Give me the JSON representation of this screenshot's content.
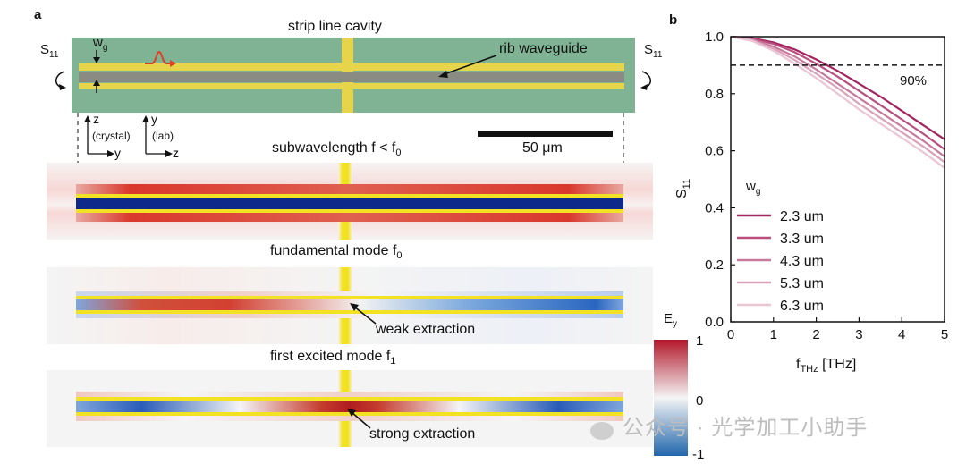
{
  "panel_a": {
    "letter": "a",
    "cavity_title": "strip line cavity",
    "wg_label": "w",
    "wg_sub": "g",
    "rib_label": "rib waveguide",
    "s11_label": "S",
    "s11_sub": "11",
    "axis_crystal": {
      "up": "z",
      "right": "y",
      "name": "(crystal)"
    },
    "axis_lab": {
      "up": "y",
      "right": "z",
      "name": "(lab)"
    },
    "scale_label": "50 μm",
    "modes": [
      {
        "title": "subwavelength f < f",
        "sub": "0"
      },
      {
        "title": "fundamental mode f",
        "sub": "0",
        "note": "weak extraction"
      },
      {
        "title": "first excited mode f",
        "sub": "1",
        "note": "strong extraction"
      }
    ],
    "colorbar": {
      "title": "E",
      "title_sub": "y",
      "max": "1",
      "mid": "0",
      "min": "-1",
      "colors": [
        "#b2182b",
        "#f4f4f4",
        "#2166ac"
      ]
    }
  },
  "panel_b": {
    "letter": "b",
    "threshold_label": "90%",
    "legend_title": "w",
    "legend_title_sub": "g"
  },
  "chart_data": {
    "type": "line",
    "xlabel": "f",
    "xlabel_sub": "THz",
    "xlabel_unit": "[THz]",
    "ylabel": "S",
    "ylabel_sub": "11",
    "xlim": [
      0,
      5
    ],
    "ylim": [
      0,
      1
    ],
    "xticks": [
      "0",
      "1",
      "2",
      "3",
      "4",
      "5"
    ],
    "yticks": [
      "0.0",
      "0.2",
      "0.4",
      "0.6",
      "0.8",
      "1.0"
    ],
    "threshold": 0.9,
    "series": [
      {
        "name": "2.3 um",
        "color": "#a3245f",
        "x": [
          0,
          0.5,
          1,
          1.5,
          2,
          2.5,
          3,
          3.5,
          4,
          4.5,
          5
        ],
        "y": [
          1.0,
          0.995,
          0.98,
          0.955,
          0.92,
          0.88,
          0.835,
          0.79,
          0.74,
          0.69,
          0.64
        ]
      },
      {
        "name": "3.3 um",
        "color": "#b84f7e",
        "x": [
          0,
          0.5,
          1,
          1.5,
          2,
          2.5,
          3,
          3.5,
          4,
          4.5,
          5
        ],
        "y": [
          1.0,
          0.993,
          0.975,
          0.945,
          0.905,
          0.86,
          0.81,
          0.76,
          0.71,
          0.66,
          0.605
        ]
      },
      {
        "name": "4.3 um",
        "color": "#c97a9c",
        "x": [
          0,
          0.5,
          1,
          1.5,
          2,
          2.5,
          3,
          3.5,
          4,
          4.5,
          5
        ],
        "y": [
          1.0,
          0.99,
          0.965,
          0.93,
          0.885,
          0.835,
          0.785,
          0.735,
          0.685,
          0.635,
          0.58
        ]
      },
      {
        "name": "5.3 um",
        "color": "#d9a2b9",
        "x": [
          0,
          0.5,
          1,
          1.5,
          2,
          2.5,
          3,
          3.5,
          4,
          4.5,
          5
        ],
        "y": [
          1.0,
          0.988,
          0.958,
          0.918,
          0.87,
          0.82,
          0.765,
          0.715,
          0.665,
          0.615,
          0.56
        ]
      },
      {
        "name": "6.3 um",
        "color": "#eac6d5",
        "x": [
          0,
          0.5,
          1,
          1.5,
          2,
          2.5,
          3,
          3.5,
          4,
          4.5,
          5
        ],
        "y": [
          1.0,
          0.985,
          0.95,
          0.905,
          0.855,
          0.8,
          0.745,
          0.695,
          0.645,
          0.595,
          0.54
        ]
      }
    ]
  },
  "watermark": "公众号 · 光学加工小助手"
}
